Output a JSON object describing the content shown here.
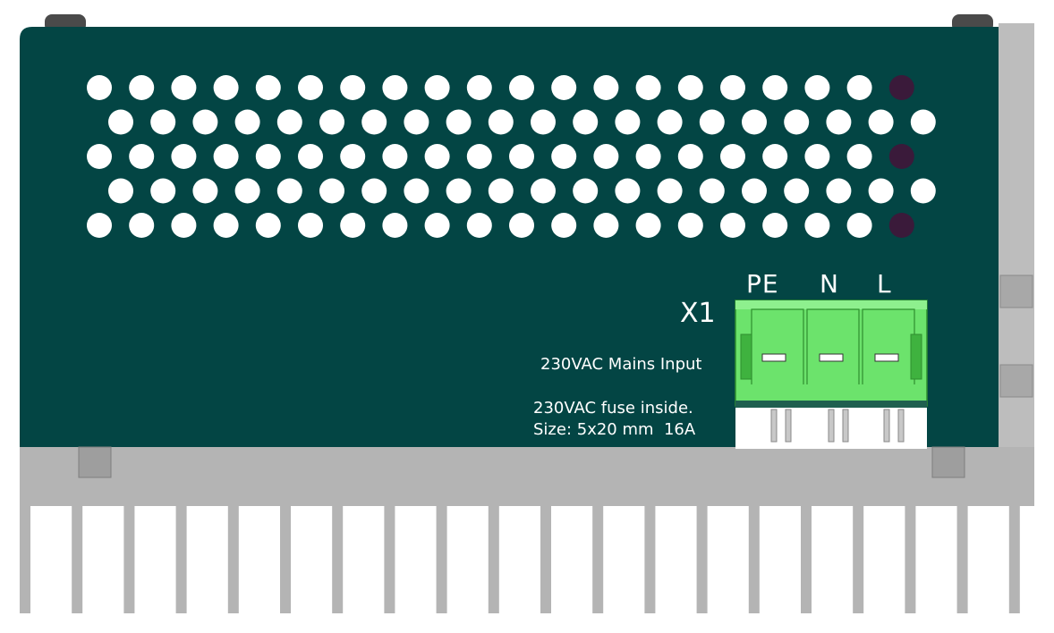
{
  "colors": {
    "enclosure": "#034544",
    "heatsink": "#b4b4b4",
    "terminal": "#6ce36c",
    "vent_hole": "#ffffff",
    "screw_top": "#4a4a4a"
  },
  "labels": {
    "connector_id": "X1",
    "pins": [
      "PE",
      "N",
      "L"
    ],
    "mains_input": "230VAC Mains Input",
    "fuse_line1": "230VAC fuse inside.",
    "fuse_line2": "Size: 5x20 mm  16A"
  },
  "vent_grid": {
    "rows": 5,
    "odd_row_count": 20,
    "even_row_count": 20
  },
  "heatsink": {
    "fin_count": 20
  }
}
